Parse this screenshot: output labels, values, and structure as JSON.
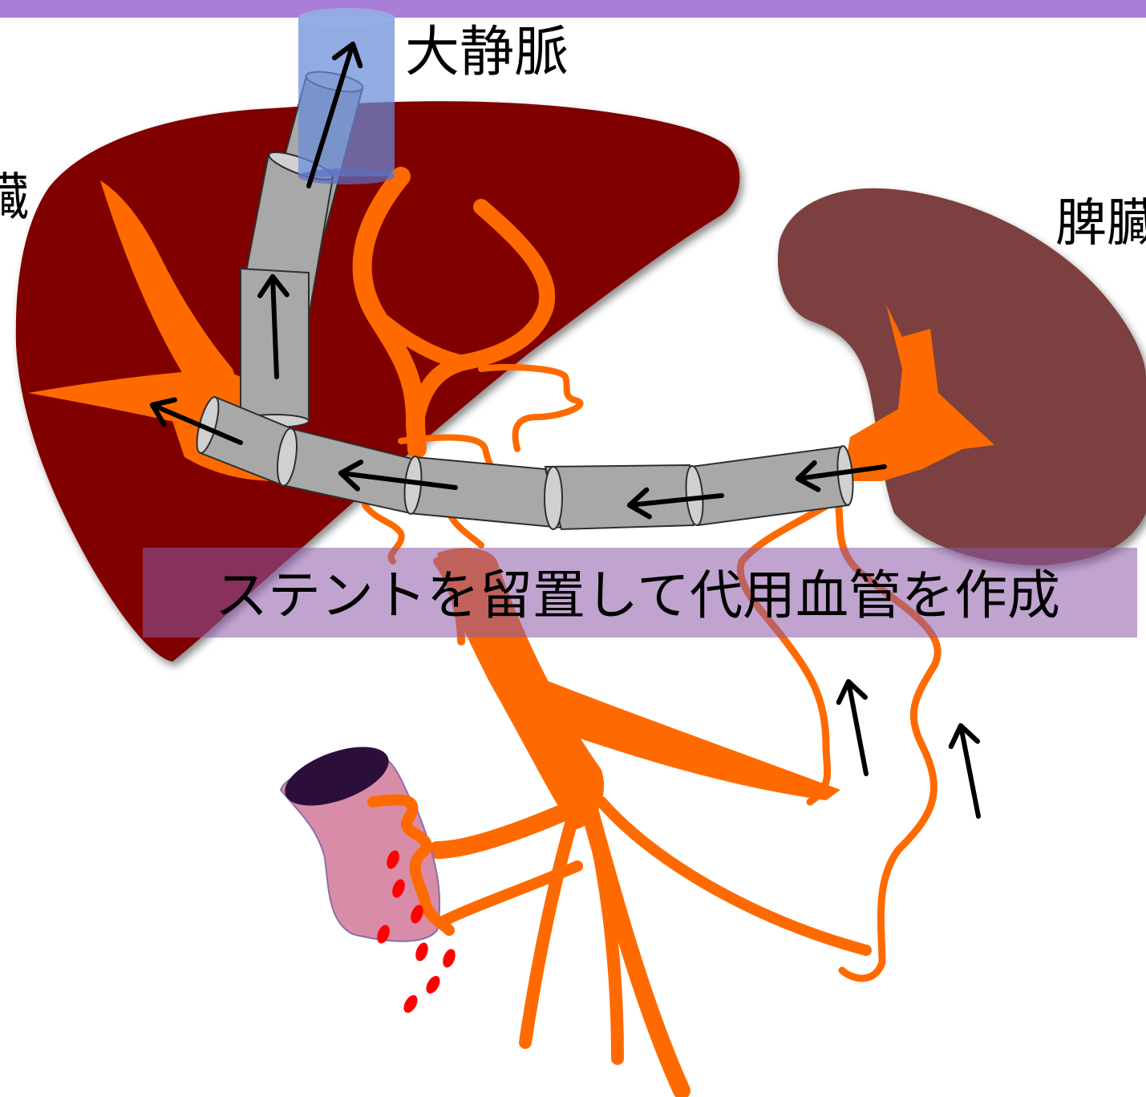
{
  "labels": {
    "vena_cava": "大静脈",
    "liver": "臓",
    "spleen": "脾臓"
  },
  "banner": {
    "text": "ステントを留置して代用血管を作成"
  },
  "colors": {
    "top_bar": "#a97ed6",
    "liver": "#800000",
    "spleen": "#7b3f3f",
    "vessel": "#ff6a00",
    "stent": "#a8a8a8",
    "vena_cava": "#6a8ad8",
    "stomach": "#d98ca7",
    "bleeding": "#ff0000",
    "banner": "#8d5aa8"
  }
}
